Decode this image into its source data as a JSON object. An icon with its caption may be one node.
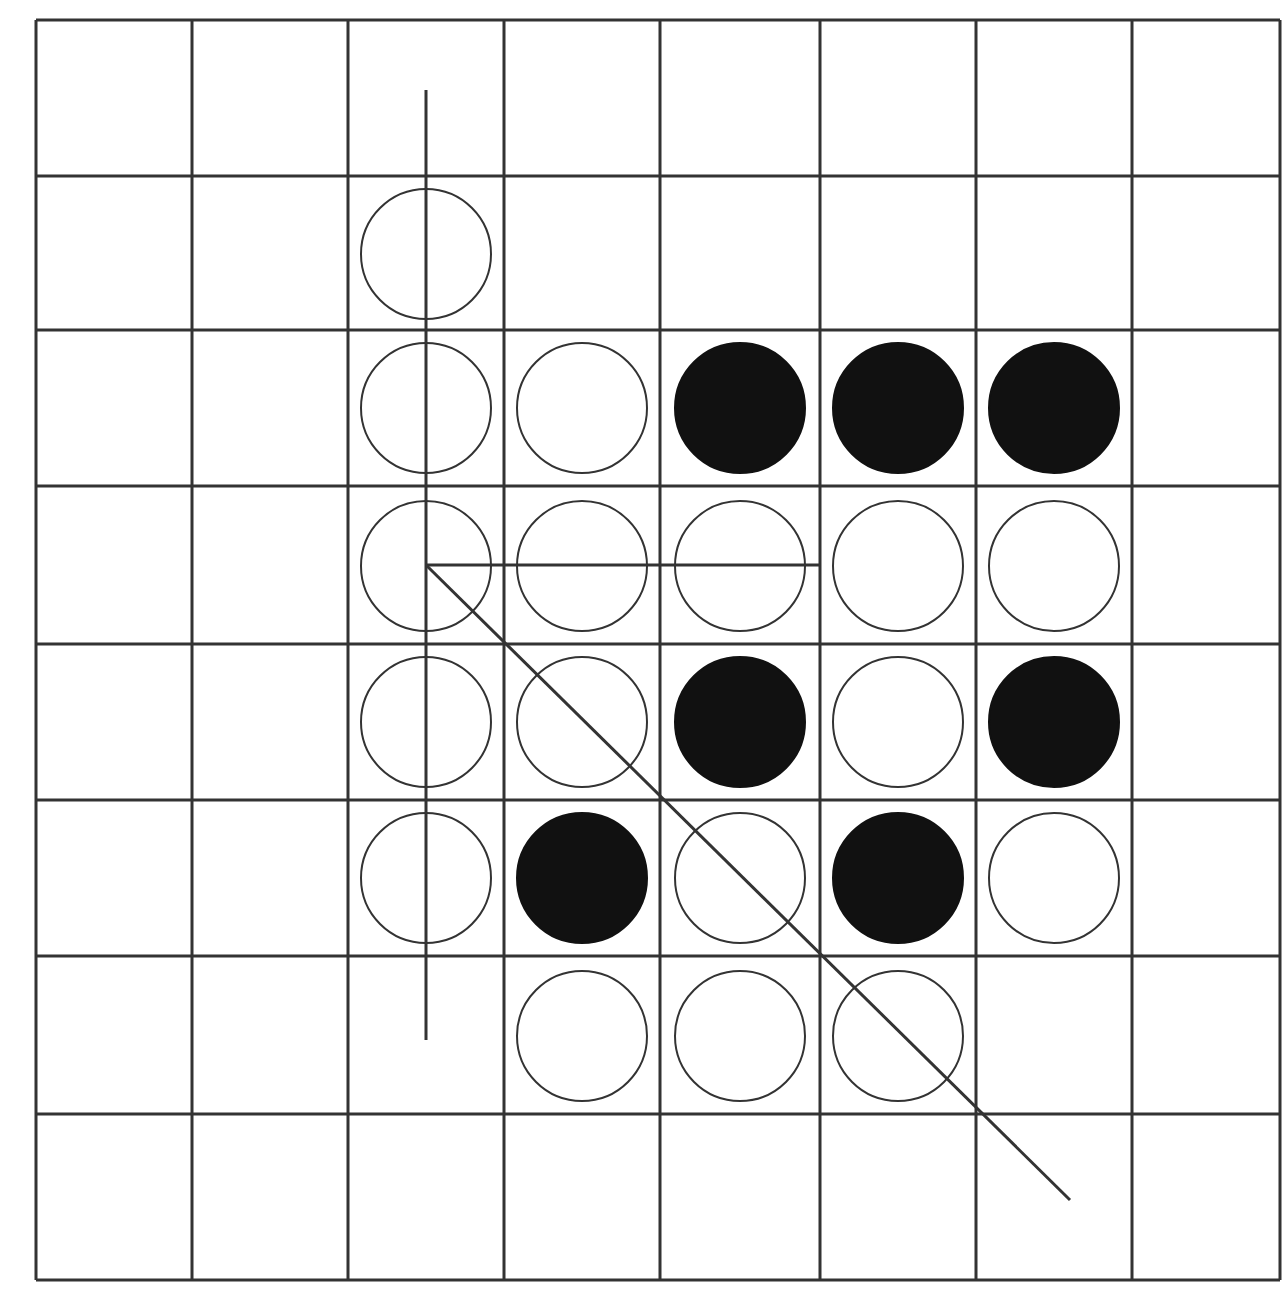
{
  "diagram": {
    "nodes": [
      {
        "text": [],
        "shape": "circle"
      },
      {
        "text": [],
        "shape": "circle"
      },
      {
        "text": [],
        "shape": "circle"
      },
      {
        "text": [],
        "shape": "disc"
      },
      {
        "text": [],
        "shape": "disc"
      },
      {
        "text": [],
        "shape": "disc"
      },
      {
        "text": [],
        "shape": "circle"
      },
      {
        "text": [],
        "shape": "circle"
      },
      {
        "text": [],
        "shape": "circle"
      },
      {
        "text": [],
        "shape": "circle"
      },
      {
        "text": [],
        "shape": "circle"
      },
      {
        "text": [],
        "shape": "circle"
      },
      {
        "text": [],
        "shape": "circle"
      },
      {
        "text": [],
        "shape": "disc"
      },
      {
        "text": [],
        "shape": "circle"
      },
      {
        "text": [],
        "shape": "disc"
      },
      {
        "text": [],
        "shape": "circle"
      },
      {
        "text": [],
        "shape": "disc"
      },
      {
        "text": [],
        "shape": "circle"
      },
      {
        "text": [],
        "shape": "disc"
      },
      {
        "text": [],
        "shape": "circle"
      },
      {
        "text": [],
        "shape": "circle"
      },
      {
        "text": [],
        "shape": "circle"
      },
      {
        "text": [],
        "shape": "circle"
      }
    ]
  }
}
